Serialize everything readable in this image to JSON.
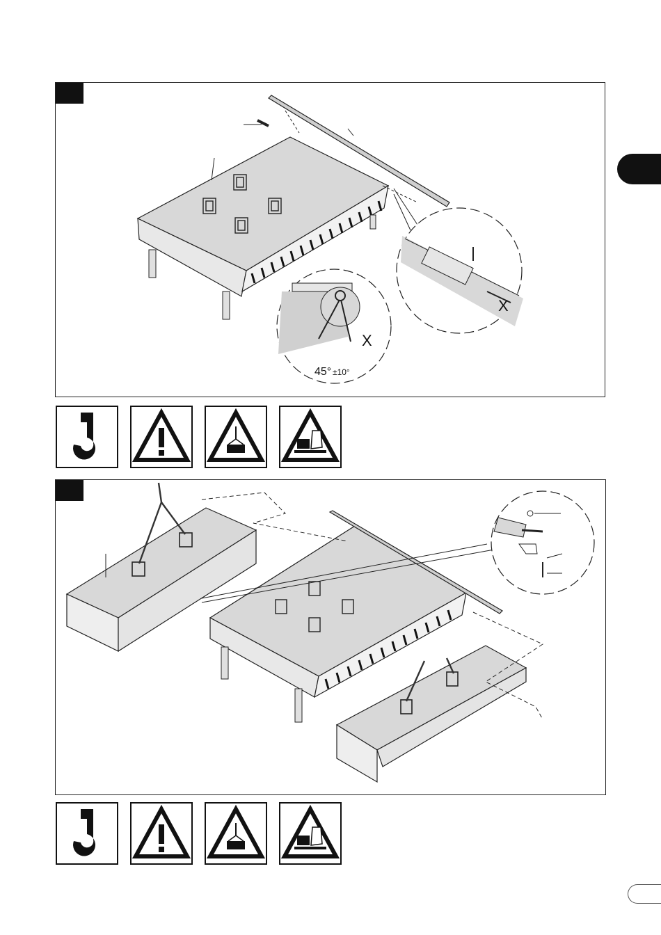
{
  "figure1": {
    "detail_angle": "45°",
    "detail_tolerance": "±10°",
    "detail_mark_left": "X",
    "detail_mark_right": "X"
  },
  "safety_icons": [
    "crane-hook-icon",
    "general-warning-icon",
    "suspended-load-warning-icon",
    "crushing-hazard-warning-icon"
  ],
  "colors": {
    "ink": "#111111",
    "panel_gray": "#d6d6d6",
    "hazard_black": "#111111"
  }
}
